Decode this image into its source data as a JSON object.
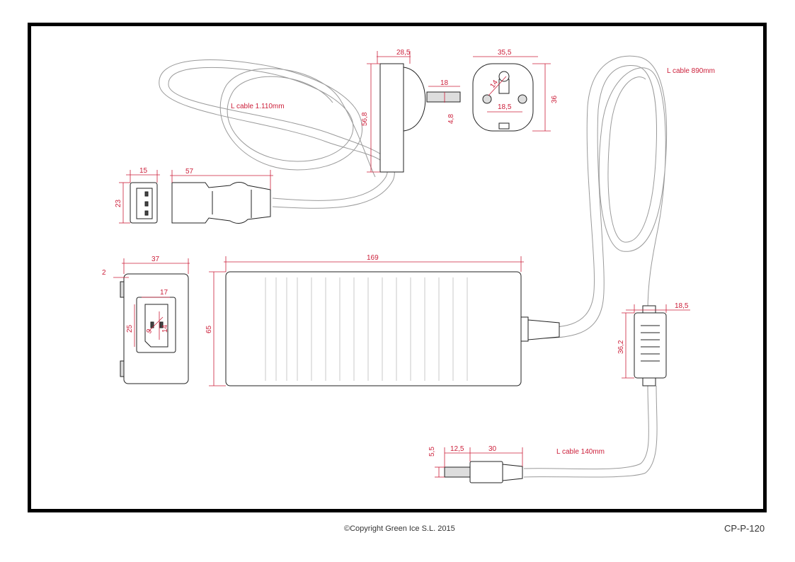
{
  "footer": {
    "copyright": "©Copyright Green Ice S.L. 2015",
    "part_number": "CP-P-120"
  },
  "colors": {
    "dimension": "#cc1f3a",
    "outline": "#222222",
    "cable": "#9a9a9a"
  },
  "labels": {
    "cable_plug": "L cable 1.110mm",
    "cable_right": "L cable 890mm",
    "cable_dc": "L cable 140mm"
  },
  "dimensions": {
    "plug_width": "28,5",
    "plug_height": "56,8",
    "pin_length": "18",
    "pin_diameter": "4,8",
    "socket_width": "35,5",
    "socket_height": "36",
    "socket_pin_diam": "14",
    "socket_pin_spacing": "18,5",
    "iec_width": "15",
    "iec_height": "23",
    "iec_length": "57",
    "side_width": "37",
    "side_offset": "2",
    "inlet_width": "17",
    "inlet_height": "25",
    "inlet_inner": "14",
    "inlet_small": "9",
    "body_length": "169",
    "body_height": "65",
    "ferrite_width": "18,5",
    "ferrite_length": "36,2",
    "dc_tip_diam": "5,5",
    "dc_tip_length": "12,5",
    "dc_body_length": "30"
  }
}
